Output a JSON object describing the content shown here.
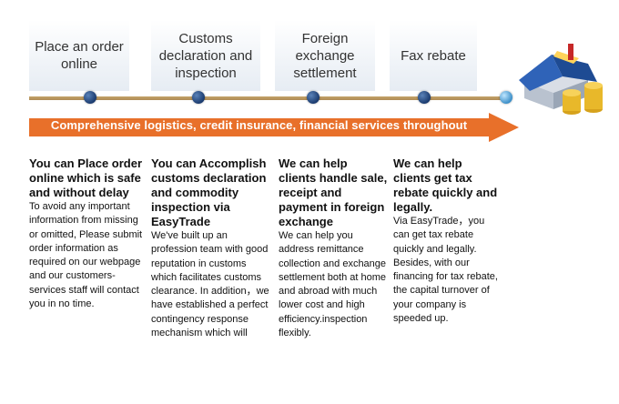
{
  "steps": [
    {
      "lines": [
        "Place an order",
        "online"
      ]
    },
    {
      "lines": [
        "Customs",
        "declaration and",
        "inspection"
      ]
    },
    {
      "lines": [
        "Foreign",
        "exchange",
        "settlement"
      ]
    },
    {
      "lines": [
        "Fax rebate"
      ]
    }
  ],
  "banner": "Comprehensive logistics, credit insurance, financial services throughout",
  "colors": {
    "arrow": "#e8702a",
    "box_gradient_end": "#e6ecf3",
    "track": "#b08c55",
    "dot": "#1a3a6e"
  },
  "icons": {
    "end_graphic": "house-with-coins-icon"
  },
  "columns": [
    {
      "heading": "You can Place order online which is safe and without delay",
      "body": "To avoid any important information from missing or omitted, Please submit order information as required on our webpage and our customers-services staff will contact you in no time."
    },
    {
      "heading": "You can Accomplish customs declaration and commodity inspection via EasyTrade",
      "body": "We've built up an profession team with good reputation in customs which facilitates customs clearance. In addition，we have established a perfect contingency response mechanism which will"
    },
    {
      "heading": "We can help clients handle sale, receipt and payment in foreign exchange",
      "body": "We can help you address remittance collection and exchange settlement both at home and abroad with much lower cost and high efficiency.inspection flexibly."
    },
    {
      "heading": "We can help clients get tax rebate quickly and legally.",
      "body": "Via EasyTrade，you can get tax rebate quickly and legally. Besides, with our financing for tax rebate, the capital turnover of your company is speeded up."
    }
  ]
}
